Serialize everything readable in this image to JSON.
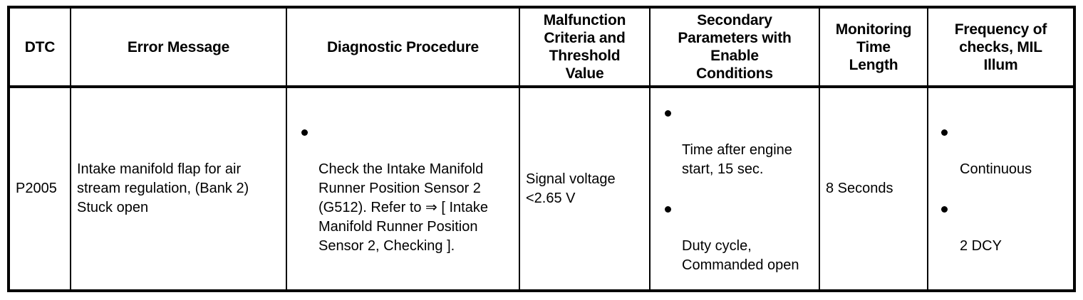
{
  "table": {
    "columns": [
      {
        "key": "dtc",
        "label": "DTC"
      },
      {
        "key": "err",
        "label": "Error Message"
      },
      {
        "key": "diag",
        "label": "Diagnostic Procedure"
      },
      {
        "key": "mal",
        "label": "Malfunction\nCriteria and\nThreshold\nValue"
      },
      {
        "key": "sec",
        "label": "Secondary\nParameters with\nEnable\nConditions"
      },
      {
        "key": "mon",
        "label": "Monitoring\nTime\nLength"
      },
      {
        "key": "freq",
        "label": "Frequency of\nchecks, MIL\nIllum"
      }
    ],
    "rows": [
      {
        "dtc": "P2005",
        "error_message": "Intake manifold flap for air stream regulation, (Bank 2) Stuck open",
        "diagnostic_procedure": [
          "Check the Intake Manifold Runner Position Sensor 2 (G512). Refer to ⇒ [ Intake Manifold Runner Position Sensor 2, Checking ]."
        ],
        "malfunction_criteria": "Signal voltage\n<2.65 V",
        "secondary_parameters": [
          "Time after engine start, 15 sec.",
          "Duty cycle, Commanded open"
        ],
        "monitoring_time_length": "8 Seconds",
        "frequency_of_checks": [
          "Continuous",
          "2 DCY"
        ]
      }
    ]
  },
  "colors": {
    "border": "#000000",
    "background": "#ffffff",
    "text": "#000000"
  }
}
